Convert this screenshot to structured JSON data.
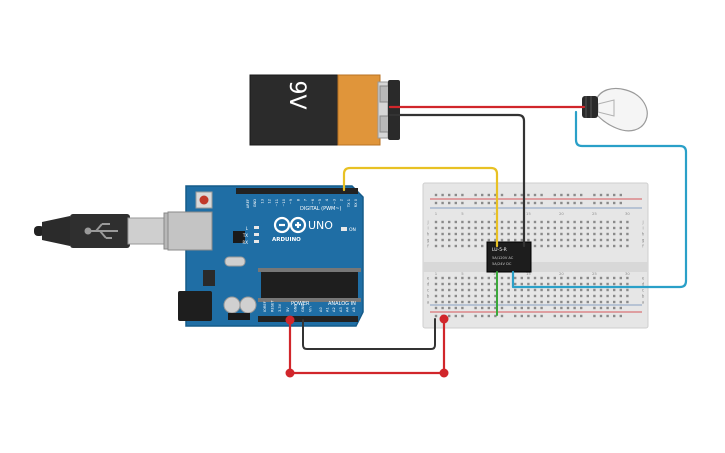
{
  "battery": {
    "label": "9V"
  },
  "arduino": {
    "brand": "ARDUINO",
    "model": "UNO",
    "digital_header": "DIGITAL (PWM~)",
    "power_header": "POWER",
    "analog_header": "ANALOG IN",
    "led_labels": [
      "L",
      "TX",
      "RX"
    ],
    "on_label": "ON",
    "digital_pins": [
      "AREF",
      "GND",
      "13",
      "12",
      "~11",
      "~10",
      "~9",
      "8",
      "7",
      "~6",
      "~5",
      "4",
      "~3",
      "2",
      "TX 1",
      "RX 0"
    ],
    "power_pins": [
      "IOREF",
      "RESET",
      "3.3V",
      "5V",
      "GND",
      "GND",
      "Vin"
    ],
    "analog_pins": [
      "A0",
      "A1",
      "A2",
      "A3",
      "A4",
      "A5"
    ]
  },
  "relay": {
    "model": "LU-5-R",
    "rating_1": "5A/120V AC",
    "rating_2": "5A/24V DC"
  },
  "breadboard": {
    "row_letters_top": [
      "j",
      "i",
      "h",
      "g",
      "f"
    ],
    "row_letters_bottom": [
      "e",
      "d",
      "c",
      "b",
      "a"
    ],
    "column_numbers": [
      "1",
      "5",
      "10",
      "15",
      "20",
      "25",
      "30"
    ]
  },
  "colors": {
    "wire_red": "#d1262b",
    "wire_black": "#333333",
    "wire_yellow": "#e8c124",
    "wire_blue": "#2aa0c8",
    "wire_green": "#3aa83a",
    "arduino_blue": "#1f6ea5"
  }
}
